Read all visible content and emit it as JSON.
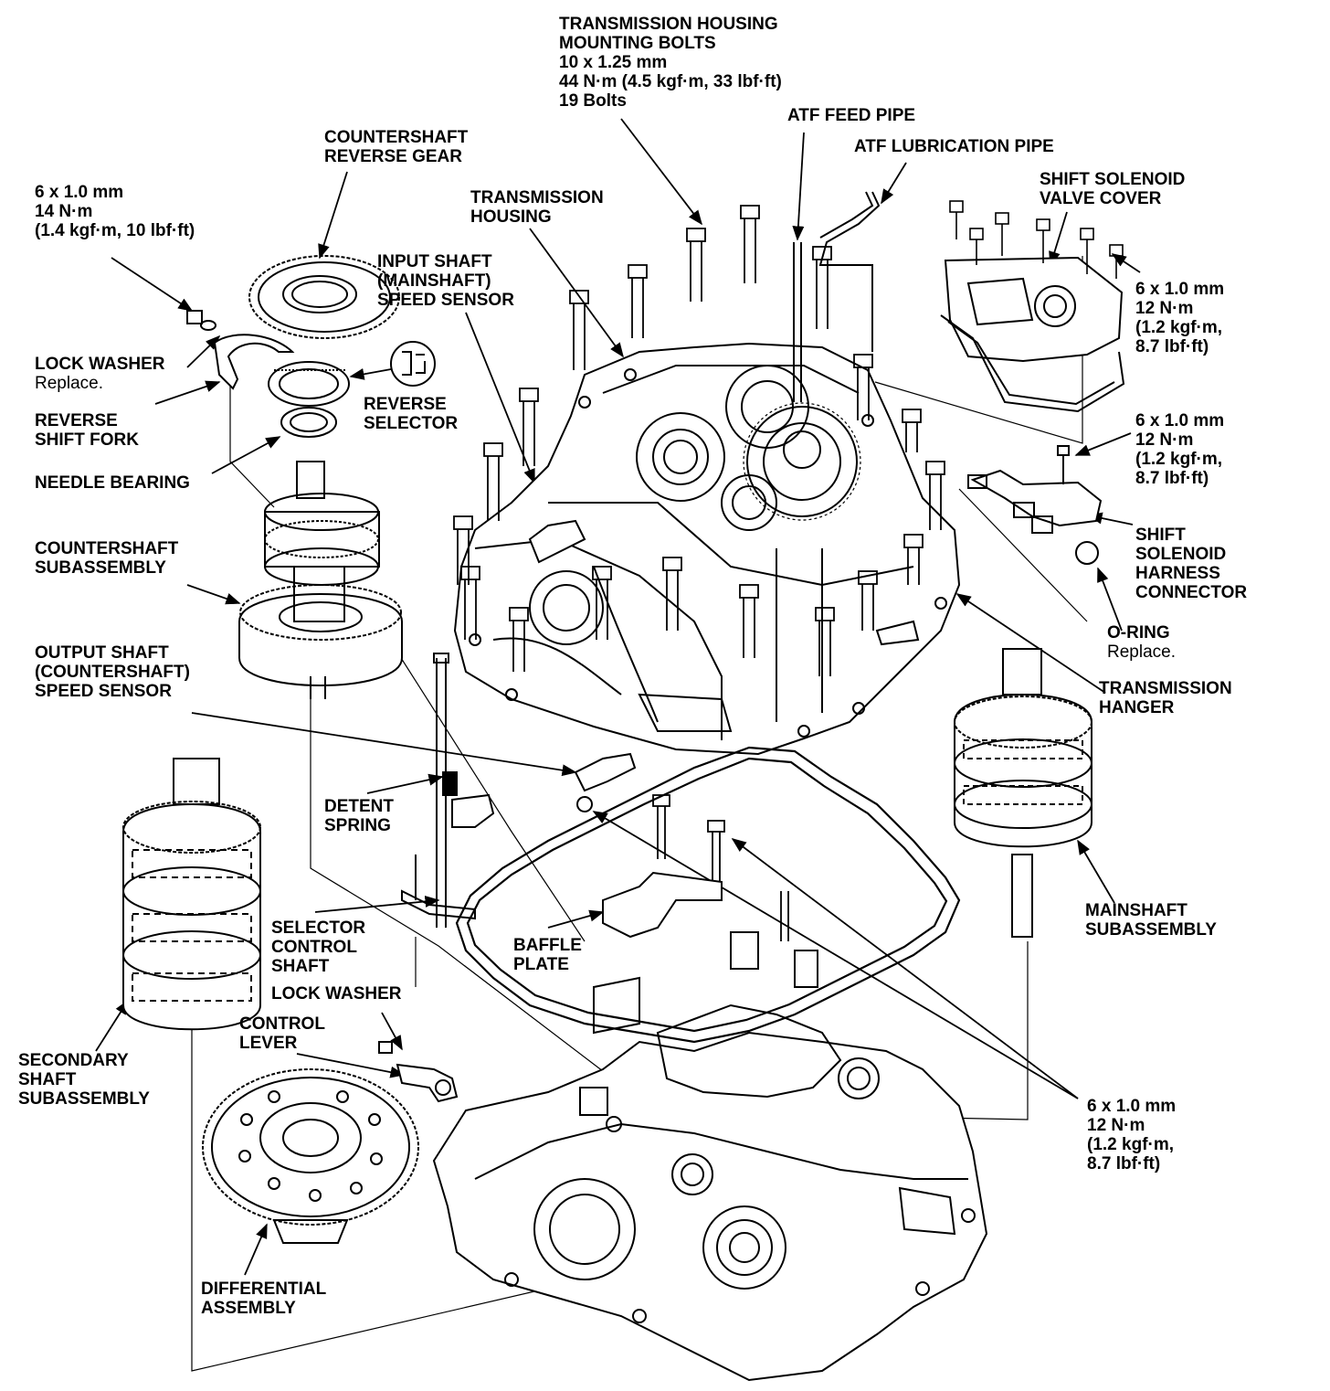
{
  "labels": {
    "housing_bolts": {
      "title": [
        "TRANSMISSION HOUSING",
        "MOUNTING BOLTS"
      ],
      "size": "10 x 1.25 mm",
      "torque": "44 N·m (4.5 kgf·m, 33 lbf·ft)",
      "count": "19 Bolts"
    },
    "atf_feed_pipe": "ATF FEED PIPE",
    "atf_lube_pipe": "ATF LUBRICATION PIPE",
    "shift_solenoid_cover": [
      "SHIFT SOLENOID",
      "VALVE COVER"
    ],
    "cover_bolt_spec": [
      "6 x 1.0 mm",
      "12 N·m",
      "(1.2 kgf·m,",
      "8.7 lbf·ft)"
    ],
    "harness_bolt_spec": [
      "6 x 1.0 mm",
      "12 N·m",
      "(1.2 kgf·m,",
      "8.7 lbf·ft)"
    ],
    "shift_solenoid_harness": [
      "SHIFT",
      "SOLENOID",
      "HARNESS",
      "CONNECTOR"
    ],
    "o_ring": {
      "title": "O-RING",
      "note": "Replace."
    },
    "transmission_hanger": [
      "TRANSMISSION",
      "HANGER"
    ],
    "mainshaft_sub": [
      "MAINSHAFT",
      "SUBASSEMBLY"
    ],
    "lower_bolt_spec": [
      "6 x 1.0 mm",
      "12 N·m",
      "(1.2 kgf·m,",
      "8.7 lbf·ft)"
    ],
    "countershaft_reverse_gear": [
      "COUNTERSHAFT",
      "REVERSE GEAR"
    ],
    "lock_bolt_spec": [
      "6 x 1.0 mm",
      "14 N·m",
      "(1.4 kgf·m, 10 lbf·ft)"
    ],
    "transmission_housing": [
      "TRANSMISSION",
      "HOUSING"
    ],
    "input_shaft_sensor": [
      "INPUT SHAFT",
      "(MAINSHAFT)",
      "SPEED SENSOR"
    ],
    "lock_washer_top": {
      "title": "LOCK WASHER",
      "note": "Replace."
    },
    "reverse_shift_fork": [
      "REVERSE",
      "SHIFT FORK"
    ],
    "reverse_selector": [
      "REVERSE",
      "SELECTOR"
    ],
    "needle_bearing": "NEEDLE BEARING",
    "countershaft_sub": [
      "COUNTERSHAFT",
      "SUBASSEMBLY"
    ],
    "output_shaft_sensor": [
      "OUTPUT SHAFT",
      "(COUNTERSHAFT)",
      "SPEED SENSOR"
    ],
    "detent_spring": [
      "DETENT",
      "SPRING"
    ],
    "selector_control_shaft": [
      "SELECTOR",
      "CONTROL",
      "SHAFT"
    ],
    "lock_washer_bottom": "LOCK WASHER",
    "control_lever": [
      "CONTROL",
      "LEVER"
    ],
    "baffle_plate": [
      "BAFFLE",
      "PLATE"
    ],
    "secondary_shaft_sub": [
      "SECONDARY",
      "SHAFT",
      "SUBASSEMBLY"
    ],
    "differential_assembly": [
      "DIFFERENTIAL",
      "ASSEMBLY"
    ]
  },
  "colors": {
    "ink": "#000000",
    "paper": "#ffffff"
  }
}
